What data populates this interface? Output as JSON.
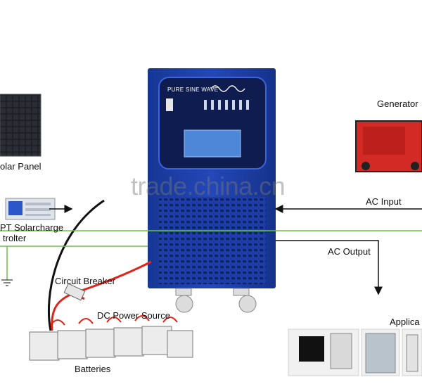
{
  "labels": {
    "solar_panel": "olar Panel",
    "solarcharge": "PT Solarcharge",
    "controller": "trolter",
    "generator": "Generator",
    "ac_input": "AC Input",
    "ac_output": "AC Output",
    "circuit_breaker": "Circuit Breaker",
    "dc_power_source": "DC Power Source",
    "batteries": "Batteries",
    "applications": "Applica"
  },
  "inverter": {
    "panel_text": "PURE SINE WAVE"
  },
  "watermark": "trade.china.cn",
  "colors": {
    "inverter_blue": "#1f3fa8",
    "wire_black": "#111111",
    "wire_green": "#6cc04a",
    "wire_red": "#e2231a",
    "generator_red": "#d42a25"
  }
}
